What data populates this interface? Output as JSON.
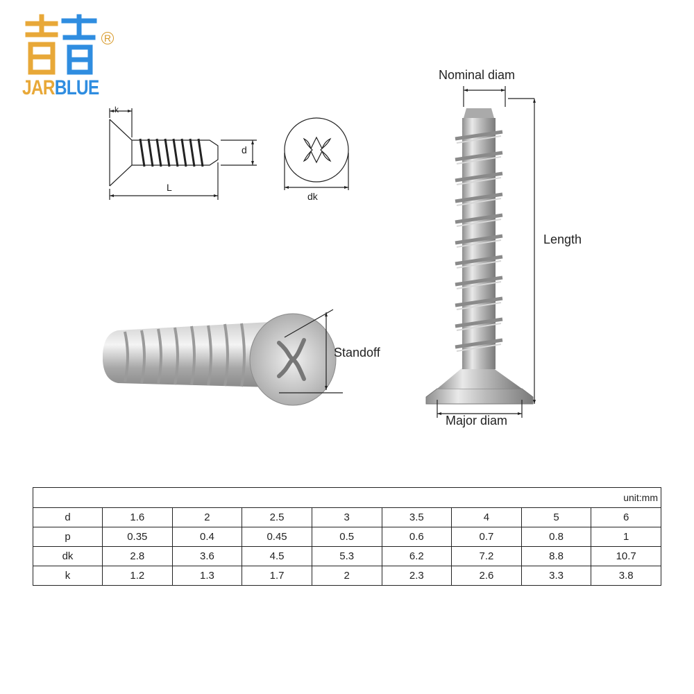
{
  "logo": {
    "word_part1": "JAR",
    "word_part2": "BLUE",
    "registered": "R",
    "colors": {
      "orange": "#e8a838",
      "blue": "#2f8de0"
    }
  },
  "drawing": {
    "k_label": "k",
    "d_label": "d",
    "l_label": "L",
    "dk_label": "dk"
  },
  "photo_labels": {
    "nominal_diam": "Nominal diam",
    "length": "Length",
    "standoff": "Standoff",
    "major_diam": "Major diam"
  },
  "table": {
    "unit": "unit:mm",
    "rows": [
      {
        "label": "d",
        "values": [
          "1.6",
          "2",
          "2.5",
          "3",
          "3.5",
          "4",
          "5",
          "6"
        ]
      },
      {
        "label": "p",
        "values": [
          "0.35",
          "0.4",
          "0.45",
          "0.5",
          "0.6",
          "0.7",
          "0.8",
          "1"
        ]
      },
      {
        "label": "dk",
        "values": [
          "2.8",
          "3.6",
          "4.5",
          "5.3",
          "6.2",
          "7.2",
          "8.8",
          "10.7"
        ]
      },
      {
        "label": "k",
        "values": [
          "1.2",
          "1.3",
          "1.7",
          "2",
          "2.3",
          "2.6",
          "3.3",
          "3.8"
        ]
      }
    ]
  }
}
